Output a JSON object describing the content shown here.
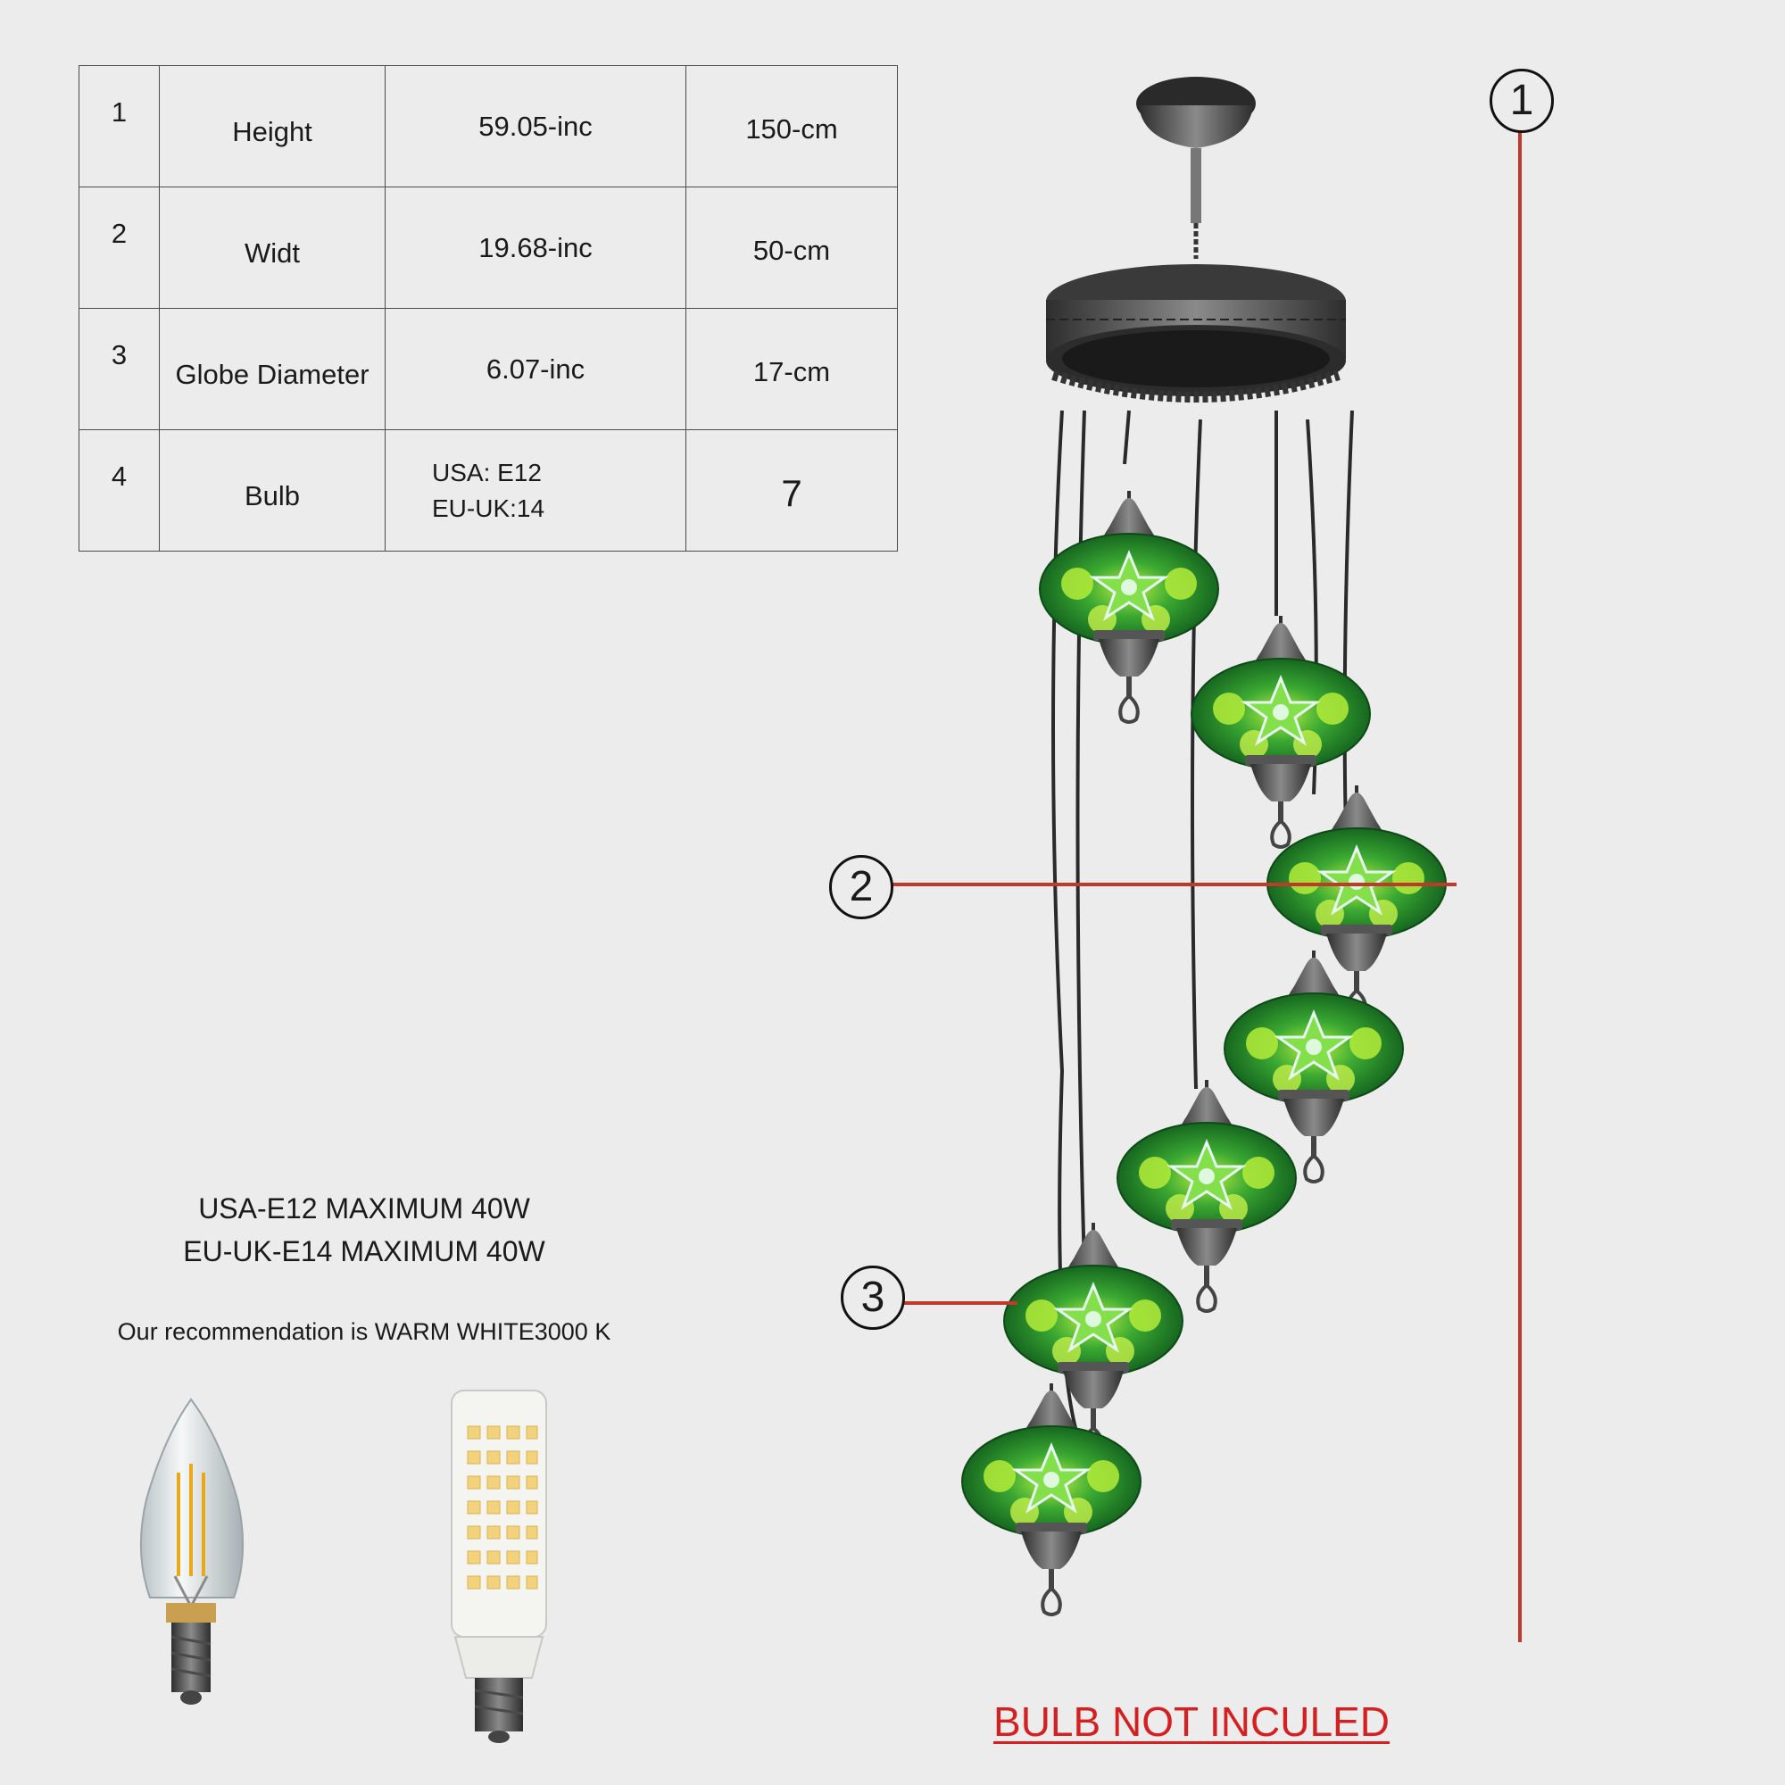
{
  "spec_table": {
    "rows": [
      {
        "num": "1",
        "label": "Height",
        "inch": "59.05-inc",
        "cm": "150-cm"
      },
      {
        "num": "2",
        "label": "Widt",
        "inch": "19.68-inc",
        "cm": "50-cm"
      },
      {
        "num": "3",
        "label": "Globe Diameter",
        "inch": "6.07-inc",
        "cm": "17-cm"
      },
      {
        "num": "4",
        "label": "Bulb",
        "inch_line1": "USA:  E12",
        "inch_line2": "EU-UK:14",
        "cm": "7"
      }
    ]
  },
  "bulb_specs": {
    "line1": "USA-E12 MAXIMUM 40W",
    "line2": "EU-UK-E14 MAXIMUM 40W",
    "recommendation": "Our recommendation is WARM WHITE3000 K"
  },
  "callouts": {
    "c1": "1",
    "c2": "2",
    "c3": "3"
  },
  "notice": "BULB NOT INCULED",
  "colors": {
    "background": "#ececec",
    "dimension_line": "#c0392b",
    "notice": "#d42020",
    "glass_green": "#2f9a2f",
    "metal": "#4a4a4a"
  },
  "icons": [
    "mosaic-chandelier",
    "filament-candle-bulb",
    "led-corn-bulb"
  ]
}
